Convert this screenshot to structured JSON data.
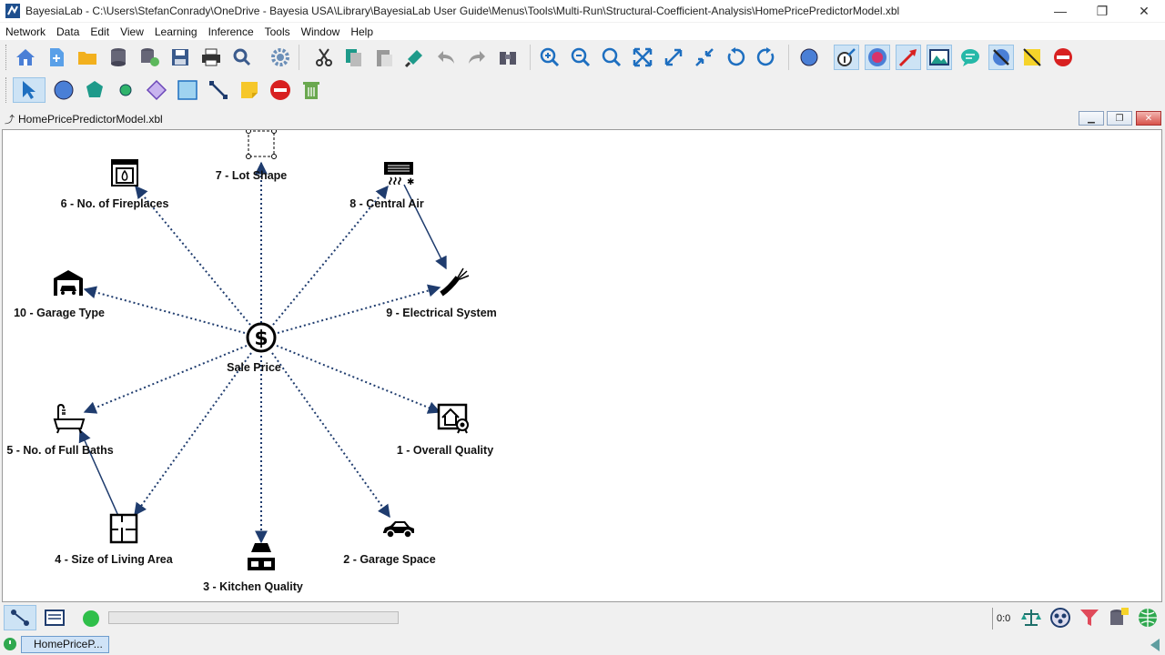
{
  "window": {
    "title": "BayesiaLab - C:\\Users\\StefanConrady\\OneDrive - Bayesia USA\\Library\\BayesiaLab User Guide\\Menus\\Tools\\Multi-Run\\Structural-Coefficient-Analysis\\HomePricePredictorModel.xbl",
    "minimize": "—",
    "restore": "❐",
    "close": "✕"
  },
  "menu": [
    "Network",
    "Data",
    "Edit",
    "View",
    "Learning",
    "Inference",
    "Tools",
    "Window",
    "Help"
  ],
  "document": {
    "tab_title": "HomePricePredictorModel.xbl"
  },
  "network": {
    "center": {
      "label": "Sale Price"
    },
    "nodes": [
      {
        "id": "n7",
        "label": "7 - Lot Shape",
        "icon": "lot-shape-icon"
      },
      {
        "id": "n6",
        "label": "6 - No. of Fireplaces",
        "icon": "fireplace-icon"
      },
      {
        "id": "n8",
        "label": "8 - Central Air",
        "icon": "central-air-icon"
      },
      {
        "id": "n9",
        "label": "9 - Electrical System",
        "icon": "electrical-wire-icon"
      },
      {
        "id": "n10",
        "label": "10 - Garage Type",
        "icon": "garage-icon"
      },
      {
        "id": "n5",
        "label": "5 - No. of Full Baths",
        "icon": "bathtub-icon"
      },
      {
        "id": "n1",
        "label": "1 - Overall Quality",
        "icon": "house-quality-icon"
      },
      {
        "id": "n4",
        "label": "4 - Size of Living Area",
        "icon": "floorplan-icon"
      },
      {
        "id": "n3",
        "label": "3 - Kitchen Quality",
        "icon": "stove-icon"
      },
      {
        "id": "n2",
        "label": "2 - Garage Space",
        "icon": "car-icon"
      }
    ],
    "edges_dotted": [
      "Sale Price→7 - Lot Shape",
      "Sale Price→6 - No. of Fireplaces",
      "Sale Price→8 - Central Air",
      "Sale Price→9 - Electrical System",
      "Sale Price→10 - Garage Type",
      "Sale Price→5 - No. of Full Baths",
      "Sale Price→1 - Overall Quality",
      "Sale Price→4 - Size of Living Area",
      "Sale Price→3 - Kitchen Quality",
      "Sale Price→2 - Garage Space"
    ],
    "edges_solid": [
      "8 - Central Air→9 - Electrical System",
      "4 - Size of Living Area→5 - No. of Full Baths"
    ],
    "edge_color": "#1f3c6e"
  },
  "status": {
    "zoom_readout": "0:0"
  },
  "taskbar": {
    "item_label": "HomePriceP..."
  }
}
